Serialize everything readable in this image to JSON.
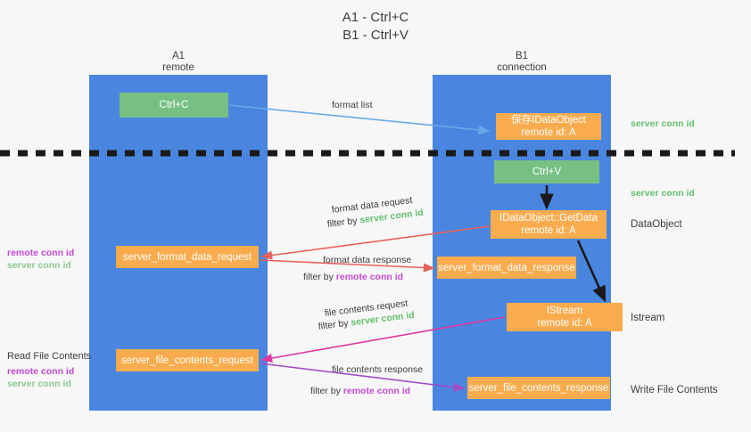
{
  "title": {
    "line1": "A1 - Ctrl+C",
    "line2": "B1 - Ctrl+V"
  },
  "lanes": [
    {
      "name": "A1",
      "subtitle": "remote",
      "color": "#4a86e0"
    },
    {
      "name": "B1",
      "subtitle": "connection",
      "color": "#4a86e0"
    }
  ],
  "colors": {
    "lane": "#4a86e0",
    "green_box": "#76c083",
    "orange_box": "#f9ac4e",
    "server_conn_id": "#62bf6f",
    "remote_conn_id": "#c24bd0",
    "arrow_blue": "#6aa9e9",
    "arrow_red": "#e8625a",
    "arrow_magenta": "#e0369f",
    "arrow_purple": "#a24cc8",
    "arrow_black": "#1a1a1a",
    "divider": "#1a1a1a",
    "background": "#f7f7f7"
  },
  "boxes": {
    "ctrl_c": {
      "label": "Ctrl+C",
      "style": "green"
    },
    "ctrl_v": {
      "label": "Ctrl+V",
      "style": "green"
    },
    "save_idataobject": {
      "line1": "保存IDataObject",
      "line2": "remote id: A",
      "style": "orange"
    },
    "idataobject_getdata": {
      "line1": "IDataObject::GetData",
      "line2": "remote id: A",
      "style": "orange"
    },
    "istream": {
      "line1": "IStream",
      "line2": "remote id: A",
      "style": "orange"
    },
    "server_format_data_request": {
      "label": "server_format_data_request",
      "style": "orange"
    },
    "server_format_data_response": {
      "label": "server_format_data_response",
      "style": "orange"
    },
    "server_file_contents_request": {
      "label": "server_file_contents_request",
      "style": "orange"
    },
    "server_file_contents_response": {
      "label": "server_file_contents_response",
      "style": "orange"
    }
  },
  "edges": {
    "format_list": "format list",
    "format_data_request": "format data request",
    "format_data_request_filter_prefix": "filter by ",
    "format_data_request_filter_value": "server conn id",
    "format_data_response": "format data response",
    "format_data_response_filter_prefix": "filter by ",
    "format_data_response_filter_value": "remote conn id",
    "file_contents_request": "file contents request",
    "file_contents_request_filter_prefix": "filter by ",
    "file_contents_request_filter_value": "server conn id",
    "file_contents_response": "file contents response",
    "file_contents_response_filter_prefix": "filter by ",
    "file_contents_response_filter_value": "remote conn id"
  },
  "notes": {
    "right": [
      {
        "text": "server conn id",
        "kind": "server"
      },
      {
        "text": "server conn id",
        "kind": "server"
      },
      {
        "text": "DataObject",
        "kind": "plain"
      },
      {
        "text": "Istream",
        "kind": "plain"
      },
      {
        "text": "Write File Contents",
        "kind": "plain"
      }
    ],
    "left_group_1": {
      "remote": "remote conn id",
      "server": "server conn id"
    },
    "left_group_2": {
      "remote": "remote conn id",
      "server": "server conn id"
    },
    "read_file_contents": "Read File Contents"
  }
}
